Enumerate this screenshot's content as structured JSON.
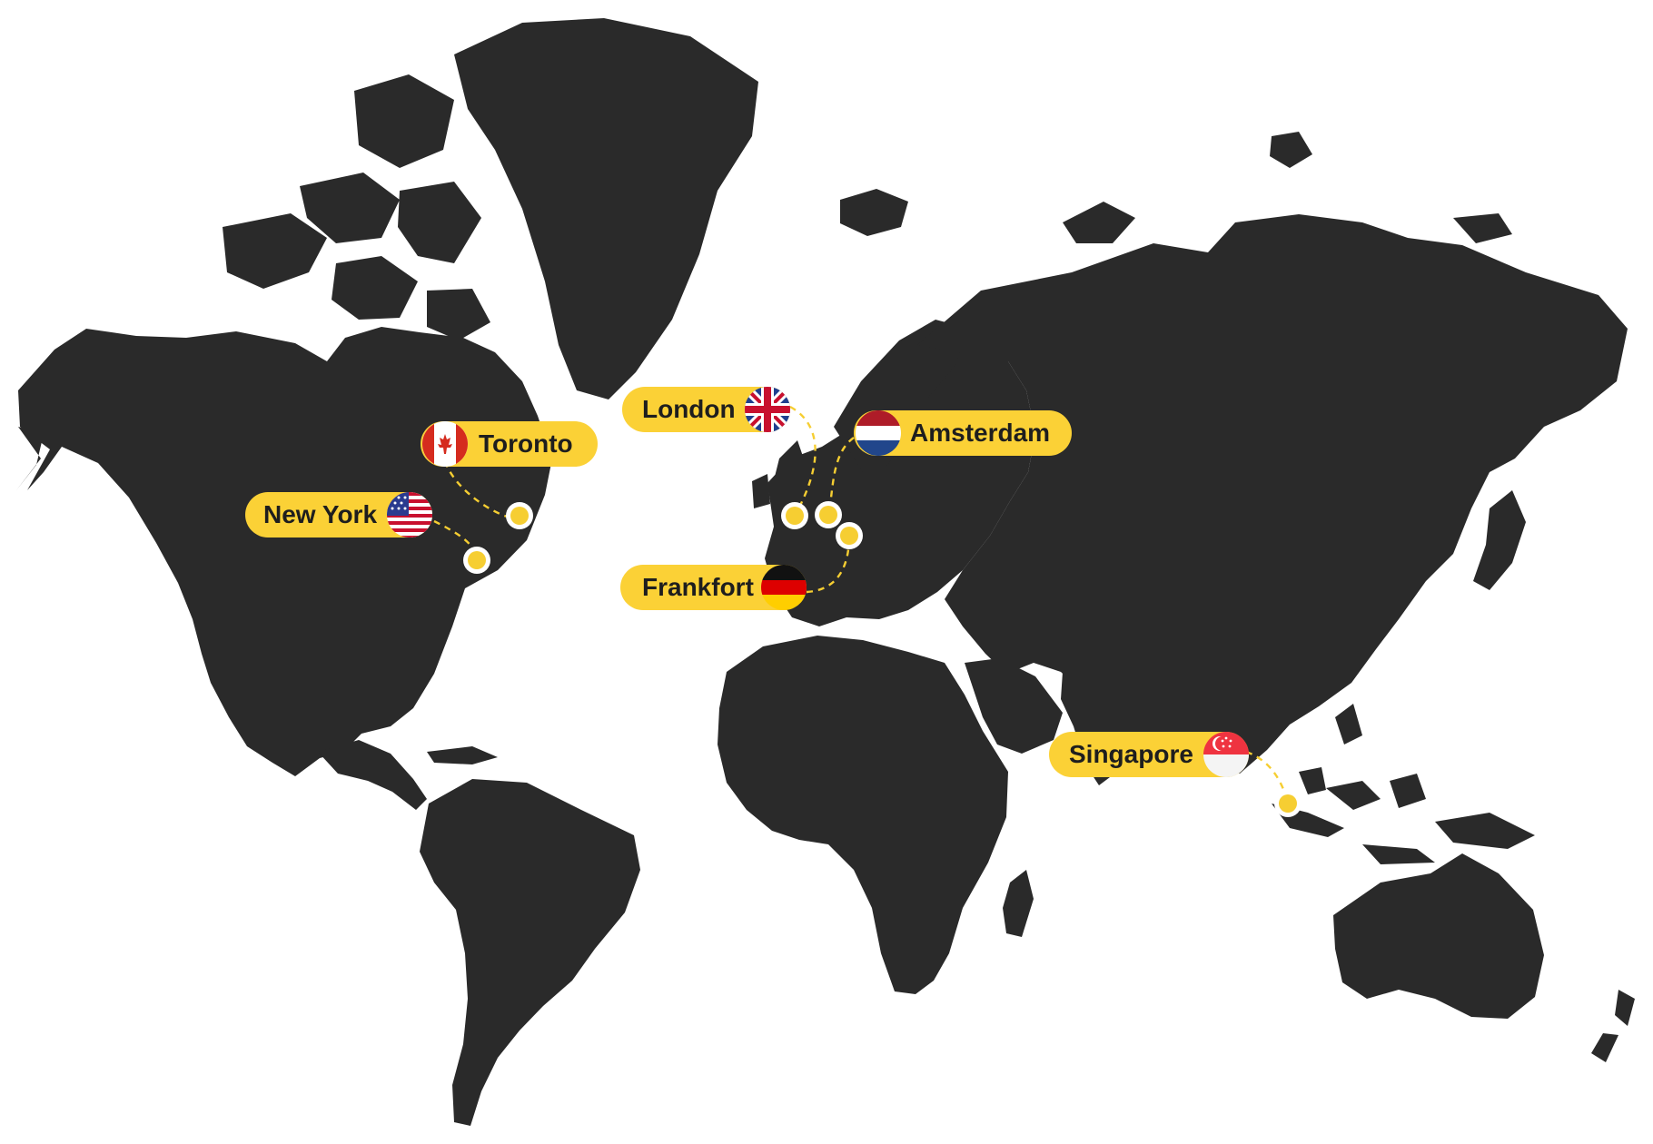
{
  "colors": {
    "land": "#2a2a2a",
    "pill": "#fbd136",
    "route": "#f6ce32",
    "background": "#ffffff"
  },
  "locations": [
    {
      "id": "toronto",
      "label": "Toronto",
      "flag": "flag-canada-icon"
    },
    {
      "id": "new-york",
      "label": "New York",
      "flag": "flag-usa-icon"
    },
    {
      "id": "london",
      "label": "London",
      "flag": "flag-uk-icon"
    },
    {
      "id": "amsterdam",
      "label": "Amsterdam",
      "flag": "flag-netherlands-icon"
    },
    {
      "id": "frankfort",
      "label": "Frankfort",
      "flag": "flag-germany-icon"
    },
    {
      "id": "singapore",
      "label": "Singapore",
      "flag": "flag-singapore-icon"
    }
  ]
}
